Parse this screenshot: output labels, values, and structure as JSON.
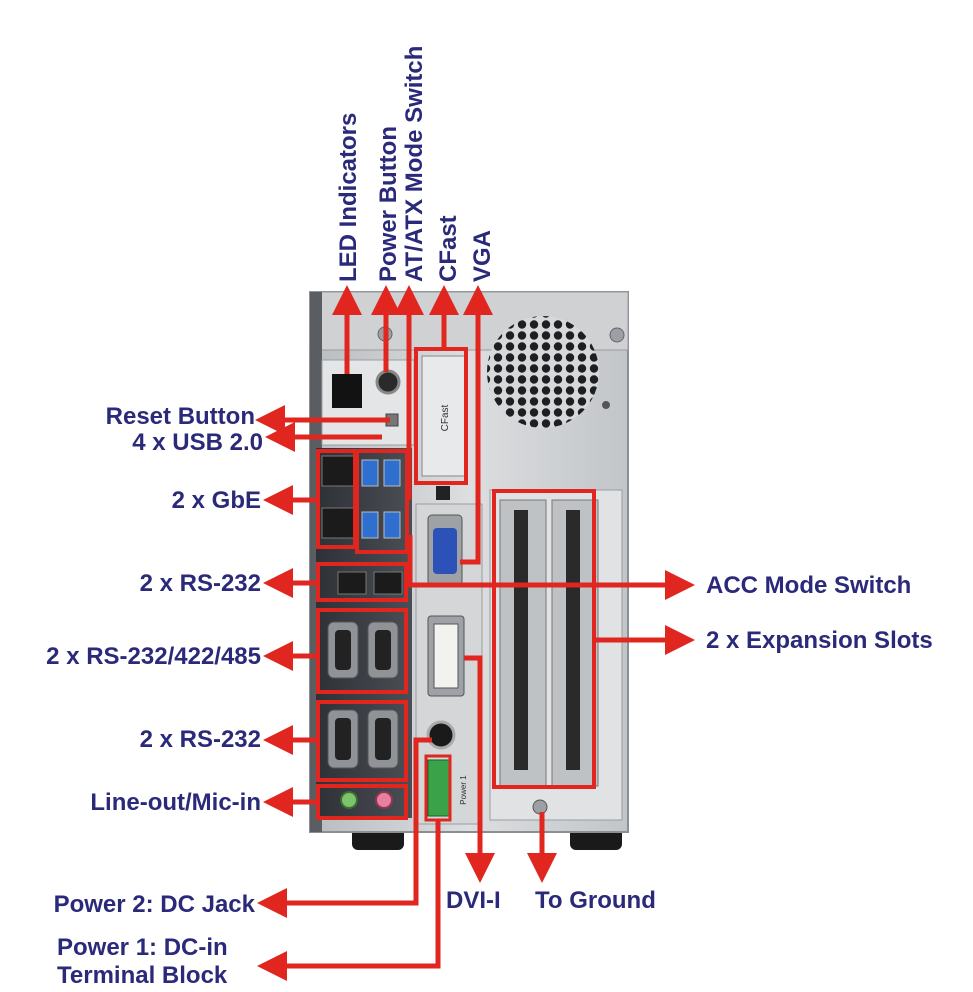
{
  "labels": {
    "led_indicators": "LED Indicators",
    "power_button": "Power Button",
    "at_atx_switch": "AT/ATX Mode Switch",
    "cfast": "CFast",
    "vga": "VGA",
    "reset_button": "Reset Button",
    "usb": "4 x USB 2.0",
    "gbe": "2 x GbE",
    "rs232_top": "2 x RS-232",
    "rs232_422_485": "2 x RS-232/422/485",
    "rs232_bottom": "2 x RS-232",
    "line_out_mic_in": "Line-out/Mic-in",
    "power2": "Power 2: DC Jack",
    "power1_line1": "Power 1: DC-in",
    "power1_line2": "Terminal Block",
    "dvi": "DVI-I",
    "to_ground": "To Ground",
    "acc_mode_switch": "ACC Mode Switch",
    "expansion_slots": "2 x Expansion Slots"
  },
  "panel_text": {
    "cfast_card": "CFast",
    "power1_port": "Power 1"
  },
  "colors": {
    "label": "#2b2a7a",
    "callout": "#e0261f",
    "chassis": "#c8cacc",
    "panel_dark": "#3a3d42"
  }
}
